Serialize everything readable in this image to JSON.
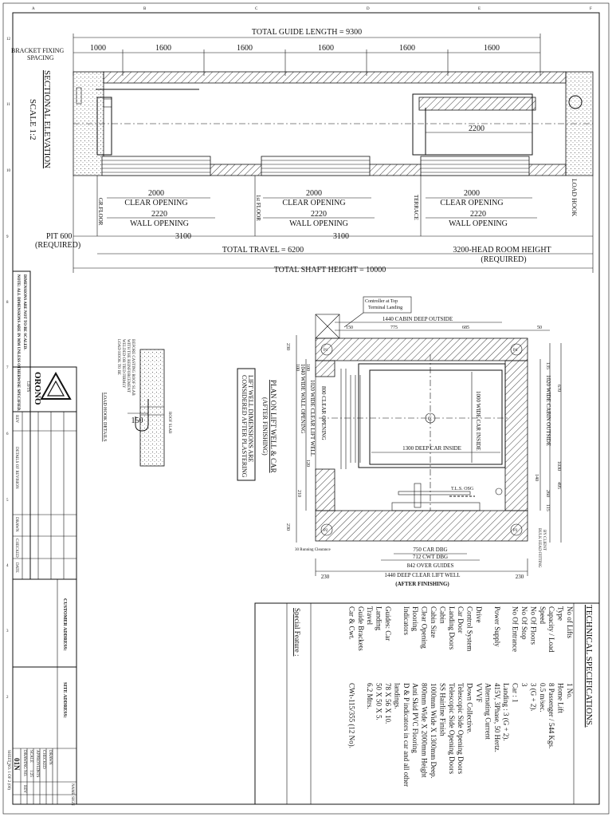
{
  "elevation": {
    "title": "SECTIONAL ELEVATION",
    "scale": "SCALE 1:2",
    "total_guide_length": "TOTAL GUIDE LENGTH = 9300",
    "bracket_label": "BRACKET FIXING SPACING",
    "bracket_spacings": [
      "1000",
      "1600",
      "1600",
      "1600",
      "1600",
      "1600"
    ],
    "car_width": "2200",
    "clear_opening_value": "2000",
    "clear_opening_label": "CLEAR OPENING",
    "wall_opening_value": "2220",
    "wall_opening_label": "WALL OPENING",
    "floor_labels": [
      "GR.FLOOR",
      "1st FLOOR",
      "TERRACE"
    ],
    "load_hook": "LOAD HOOK",
    "pit": "PIT 600",
    "pit_required": "(REQUIRED)",
    "floor_heights": [
      "3100",
      "3100"
    ],
    "total_travel": "TOTAL TRAVEL = 6200",
    "head_room": "3200-HEAD ROOM HEIGHT",
    "head_room_required": "(REQUIRED)",
    "total_shaft_height": "TOTAL SHAFT HEIGHT = 10000"
  },
  "plan": {
    "controller_note": [
      "Controller at Top",
      "Terminal Landing"
    ],
    "cabin_deep_outside": "1440 CABIN DEEP OUTSIDE",
    "dims_top": [
      "150",
      "775",
      "685",
      "50"
    ],
    "left_dims": [
      "230",
      "100",
      "100",
      "120",
      "210",
      "230"
    ],
    "right_dims": [
      "135",
      "1020 WIDE CABIN OUTSIDE",
      "670",
      "1030",
      "140",
      "260",
      "495",
      "115"
    ],
    "clear_opening_vertical": "800 CLEAR OPENING",
    "wide_car_inside": "1000 WIDE CAR INSIDE",
    "wide_clear_lift_well": "1020 WIDE CLEAR LIFT WELL",
    "wide_wall_opening": "1040 WIDE WALL OPENING",
    "deep_car_inside": "1300 DEEP CAR INSIDE",
    "tls_osg": "T.L.S. OSG",
    "pulleys": [
      "P1",
      "P2",
      "P3",
      "P4"
    ],
    "running_clearance": "30 Running Clearance",
    "car_dbg": "750 CAR DBG",
    "cwt_dbg": "712 CWT DBG",
    "over_guides": "842 OVER GUIDES",
    "deep_clear_lift_well": "1440 DEEP CLEAR LIFT WELL",
    "after_finishing": "(AFTER FINISHING)",
    "bottom_side_dims": [
      "230",
      "230"
    ],
    "title": "PLAN ON LIFT WELL & CAR",
    "title_sub": "(AFTER FINISHING)",
    "note_box": [
      "LIFT WELL DIMENSIONS ARE",
      "CONSIDERED AFTER PLASTERING"
    ],
    "bulk_note": [
      "BULK HEAD FITTING",
      "BY CLIENT"
    ]
  },
  "hook_detail": {
    "note": [
      "LOAD HOOK TO BE",
      "WELDED OR TIED FIRMLY",
      "WITH THE REINFORCEMENT",
      "BEFORE CASTING ROOF SLAB"
    ],
    "roof_slab": "ROOF SLAB",
    "title": "LOAD HOOK DETAILS",
    "dim": "150"
  },
  "note_left": [
    "NOTE: ALL DIMENSIONS ARE IN MM UNLESS OTHERWISE SPECIFIED.",
    "DIMENSIONS ARE NOT TO BE SCALED."
  ],
  "company": {
    "name": "ORONO",
    "sub": "LIFTS"
  },
  "revision_table": {
    "headers": [
      "REV",
      "DETAILS OF REVISION",
      "DRAWN",
      "CHECKED",
      "DATE"
    ]
  },
  "customer_address": "CUSTOMER ADDRESS:",
  "site_address": "SITE ADDRESS:",
  "title_block": {
    "rows": [
      "NAME",
      "DRAWN",
      "CHECKED",
      "APPROVED",
      "SCALE",
      "DRAWING NO."
    ],
    "sign": "SIGN",
    "values": [
      "NTS",
      "1:25"
    ],
    "drawing_no": "01N",
    "rev": "REV",
    "sheet": "SHEET NO. 1 OF 2 (00)"
  },
  "specs": {
    "title": "TECHNICAL SPECIFICATIONS.",
    "special_feature": "Special Feature :",
    "rows": [
      {
        "label": "No of Lifts",
        "value": "1 No."
      },
      {
        "label": "Type",
        "value": "Home Lift"
      },
      {
        "label": "Capacity / Load",
        "value": "8 Passenger / 544 Kgs."
      },
      {
        "label": "Speed",
        "value": "0.5 m/sec."
      },
      {
        "label": "No Of Floors",
        "value": "3 (G + 2)."
      },
      {
        "label": "No Of Stop",
        "value": "3"
      },
      {
        "label": "No Of Entrance",
        "value": "Car : 1"
      },
      {
        "label": "",
        "value": "Landing : 3 (G + 2)."
      },
      {
        "label": "Power Supply",
        "value": "415V, 3Phase, 50 Hertz."
      },
      {
        "label": "",
        "value": "Alternating Current"
      },
      {
        "label": "Drive",
        "value": "VVVF"
      },
      {
        "label": "Control System",
        "value": "Down Collective."
      },
      {
        "label": "Car Door",
        "value": "Telescopic Side Opening Doors"
      },
      {
        "label": "Landing Doors",
        "value": "Telescopic Side Opening Doors"
      },
      {
        "label": "Cabin",
        "value": "SS Hairline Finish"
      },
      {
        "label": "Cabin Size",
        "value": "1000mm Wide X 1300mm Deep."
      },
      {
        "label": "Clear Opening",
        "value": "800mm Wide X 2000mm Height"
      },
      {
        "label": "Flooring",
        "value": "Anti Skid PVC Flooring"
      },
      {
        "label": "Indicators",
        "value": "D & P indicators in car and all other"
      },
      {
        "label": "",
        "value": "landings."
      },
      {
        "label": "Guides: Car",
        "value": "78 X 56 X 10."
      },
      {
        "label": "Landing",
        "value": "50 X 50 X 5."
      },
      {
        "label": "Travel",
        "value": "6.2 Mtrs."
      },
      {
        "label": "Guide Brackets",
        "value": ""
      },
      {
        "label": "Car & Cwt.",
        "value": "CWt-115/355 (12 No)."
      }
    ]
  }
}
